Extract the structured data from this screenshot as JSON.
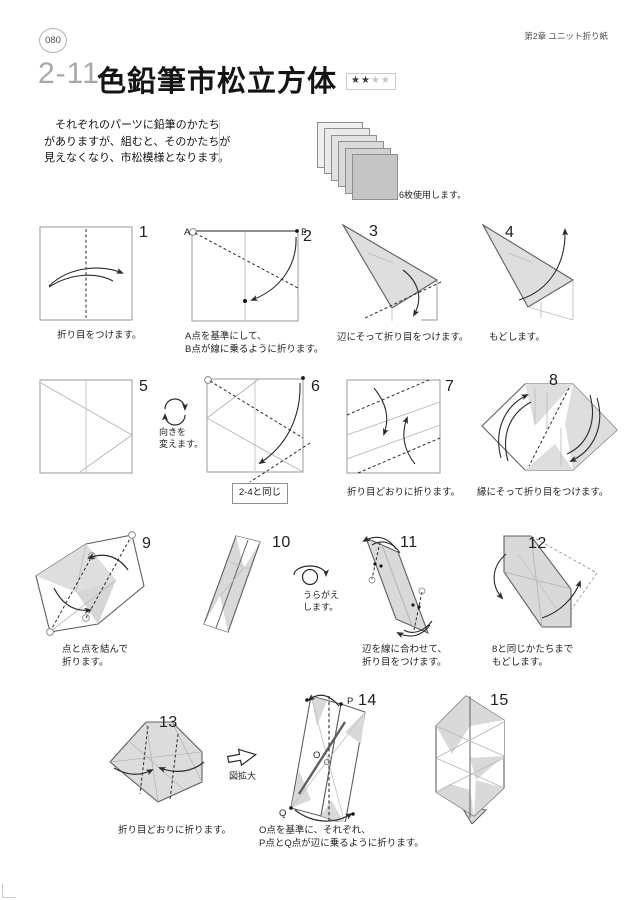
{
  "page": {
    "number": "080",
    "chapter": "第2章 ユニット折り紙"
  },
  "title": {
    "code": "2-11",
    "text": "色鉛筆市松立方体",
    "stars_filled": "★★",
    "stars_empty": "★★"
  },
  "intro": {
    "line1": "　それぞれのパーツに鉛筆のかたち",
    "line2": "がありますが、組むと、そのかたちが",
    "line3": "見えなくなり、市松模様となります。"
  },
  "materials": {
    "caption": "6枚使用します。"
  },
  "annotations": {
    "rotate1": "向きを",
    "rotate2": "変えます。",
    "flip1": "うらがえ",
    "flip2": "します。",
    "enlarge": "図拡大",
    "note6": "2-4と同じ"
  },
  "labels": {
    "a": "A",
    "b": "B",
    "p": "P",
    "o": "O",
    "q": "Q"
  },
  "steps": {
    "s1": {
      "num": "1",
      "cap": "折り目をつけます。"
    },
    "s2": {
      "num": "2",
      "cap1": "A点を基準にして、",
      "cap2": "B点が線に乗るように折ります。"
    },
    "s3": {
      "num": "3",
      "cap": "辺にそって折り目をつけます。"
    },
    "s4": {
      "num": "4",
      "cap": "もどします。"
    },
    "s5": {
      "num": "5"
    },
    "s6": {
      "num": "6"
    },
    "s7": {
      "num": "7",
      "cap": "折り目どおりに折ります。"
    },
    "s8": {
      "num": "8",
      "cap": "縁にそって折り目をつけます。"
    },
    "s9": {
      "num": "9",
      "cap1": "点と点を結んで",
      "cap2": "折ります。"
    },
    "s10": {
      "num": "10"
    },
    "s11": {
      "num": "11",
      "cap1": "辺を線に合わせて、",
      "cap2": "折り目をつけます。"
    },
    "s12": {
      "num": "12",
      "cap1": "8と同じかたちまで",
      "cap2": "もどします。"
    },
    "s13": {
      "num": "13",
      "cap": "折り目どおりに折ります。"
    },
    "s14": {
      "num": "14",
      "cap1": "O点を基準に、それぞれ、",
      "cap2": "P点とQ点が辺に乗るように折ります。"
    },
    "s15": {
      "num": "15"
    }
  },
  "colors": {
    "paper_shade": "#dedede",
    "line": "#2b2b2b",
    "crease": "#bdbdbd",
    "accent_gray": "#a9a9a9"
  }
}
